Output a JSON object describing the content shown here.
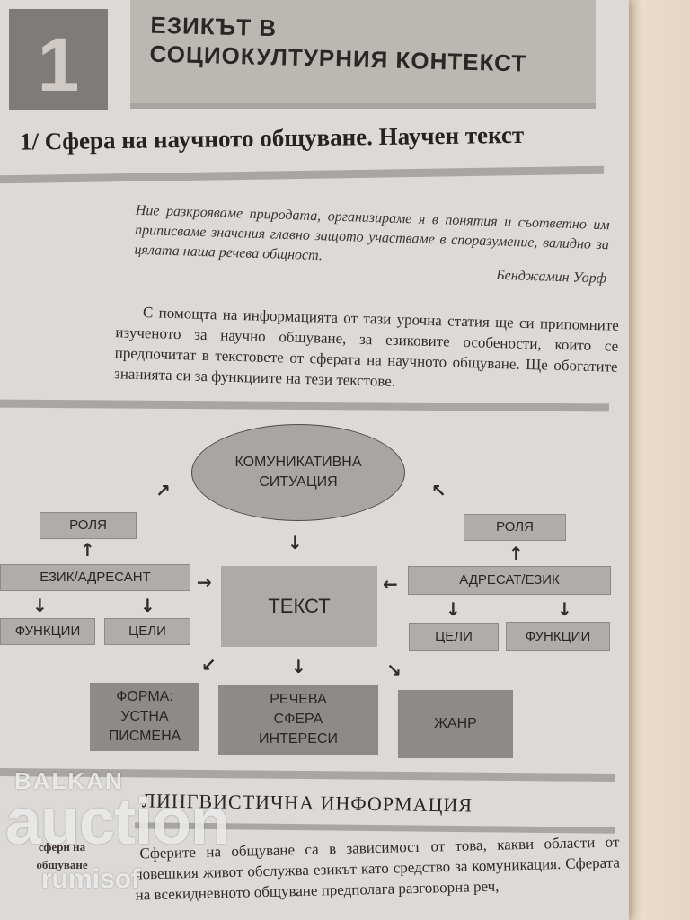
{
  "chapter": {
    "number": "1",
    "title_line1": "ЕЗИКЪТ В",
    "title_line2": "СОЦИОКУЛТУРНИЯ КОНТЕКСТ"
  },
  "section": {
    "title": "1/ Сфера на научното общуване. Научен текст"
  },
  "epigraph": {
    "text": "Ние разкрояваме природата, организираме я в понятия и съответно им приписваме значения главно защото участваме в споразумение, валидно за цялата наша речева общност.",
    "author": "Бенджамин Уорф"
  },
  "intro": {
    "text": "С помощта на информацията от тази урочна статия ще си припомните изученото за научно общуване, за езиковите особености, които се предпочитат в текстовете от сферата на научното общуване. Ще обогатите знанията си за функциите на тези текстове."
  },
  "diagram": {
    "center_ellipse_line1": "КОМУНИКАТИВНА",
    "center_ellipse_line2": "СИТУАЦИЯ",
    "text_box": "ТЕКСТ",
    "left_role": "РОЛЯ",
    "left_speaker": "ЕЗИК/АДРЕСАНТ",
    "left_functions": "ФУНКЦИИ",
    "left_goals": "ЦЕЛИ",
    "right_role": "РОЛЯ",
    "right_speaker": "АДРЕСАТ/ЕЗИК",
    "right_goals": "ЦЕЛИ",
    "right_functions": "ФУНКЦИИ",
    "form_line1": "ФОРМА:",
    "form_line2": "УСТНА",
    "form_line3": "ПИСМЕНА",
    "sphere_line1": "РЕЧЕВА",
    "sphere_line2": "СФЕРА",
    "sphere_line3": "ИНТЕРЕСИ",
    "genre": "ЖАНР"
  },
  "linguistic": {
    "title": "ЛИНГВИСТИЧНА ИНФОРМАЦИЯ",
    "margin_line1": "сфери на",
    "margin_line2": "общуване",
    "body": "Сферите на общуване са в зависимост от това, какви области от човешкия живот обслужва езикът като средство за комуникация. Сферата на всекидневното общуване предполага разговорна реч,"
  },
  "watermark": {
    "line1": "BALKAN",
    "line2": "auction",
    "line3": "rumisof"
  },
  "colors": {
    "page": "#dcd9d6",
    "chapter_box": "#7f7b78",
    "title_box": "#bbb7b3",
    "diagram_box": "#b0aca9",
    "diagram_box_dark": "#8e8a87"
  }
}
